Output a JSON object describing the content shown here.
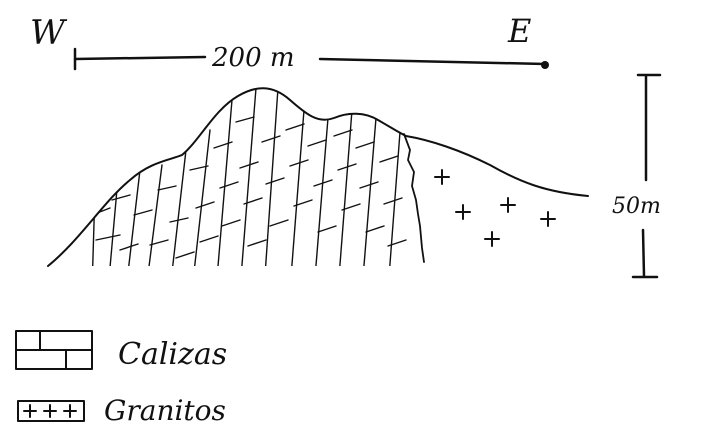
{
  "orientation": {
    "west": "W",
    "east": "E"
  },
  "horizontal_scale": {
    "label": "200 m"
  },
  "vertical_scale": {
    "label": "50m"
  },
  "legend": {
    "items": [
      {
        "label": "Calizas",
        "pattern": "limestone-brick"
      },
      {
        "label": "Granitos",
        "pattern": "granite-crosses"
      }
    ]
  },
  "colors": {
    "ink": "#111111",
    "background": "#ffffff"
  }
}
